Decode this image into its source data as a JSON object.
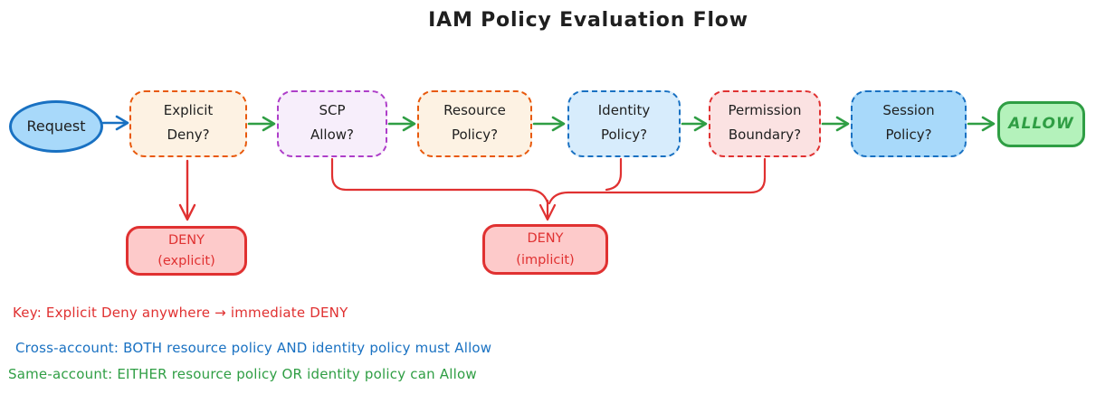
{
  "title": "IAM Policy Evaluation Flow",
  "flow": {
    "start": {
      "label": "Request"
    },
    "steps": [
      {
        "id": "explicit-deny",
        "line1": "Explicit",
        "line2": "Deny?",
        "accent": "#e8590c"
      },
      {
        "id": "scp",
        "line1": "SCP",
        "line2": "Allow?",
        "accent": "#ae3ec9"
      },
      {
        "id": "resource-policy",
        "line1": "Resource",
        "line2": "Policy?",
        "accent": "#e8590c"
      },
      {
        "id": "identity-policy",
        "line1": "Identity",
        "line2": "Policy?",
        "accent": "#1971c2"
      },
      {
        "id": "permission-boundary",
        "line1": "Permission",
        "line2": "Boundary?",
        "accent": "#e03131"
      },
      {
        "id": "session-policy",
        "line1": "Session",
        "line2": "Policy?",
        "accent": "#1971c2"
      }
    ],
    "end": {
      "label": "ALLOW",
      "accent": "#2f9e44"
    }
  },
  "outcomes": {
    "explicit_deny": {
      "line1": "DENY",
      "line2": "(explicit)",
      "accent": "#e03131"
    },
    "implicit_deny": {
      "line1": "DENY",
      "line2": "(implicit)",
      "accent": "#e03131"
    }
  },
  "legend": [
    {
      "text": "Key: Explicit Deny anywhere → immediate DENY",
      "color": "#e03131"
    },
    {
      "text": "Cross-account: BOTH resource policy AND identity policy must Allow",
      "color": "#1971c2"
    },
    {
      "text": "Same-account: EITHER resource policy OR identity policy can Allow",
      "color": "#2f9e44"
    }
  ],
  "palette": {
    "blue_stroke": "#1971c2",
    "blue_fill": "#a8d9fa",
    "blue_fill_light": "#d7ecfc",
    "orange_stroke": "#e8590c",
    "orange_fill": "#fdf2e3",
    "purple_stroke": "#ae3ec9",
    "purple_fill": "#f7eefb",
    "red_stroke": "#e03131",
    "red_fill_light": "#fbe2e2",
    "red_fill": "#fdcaca",
    "green_stroke": "#2f9e44",
    "green_fill": "#b4f2bb",
    "text": "#1f1f1f"
  }
}
